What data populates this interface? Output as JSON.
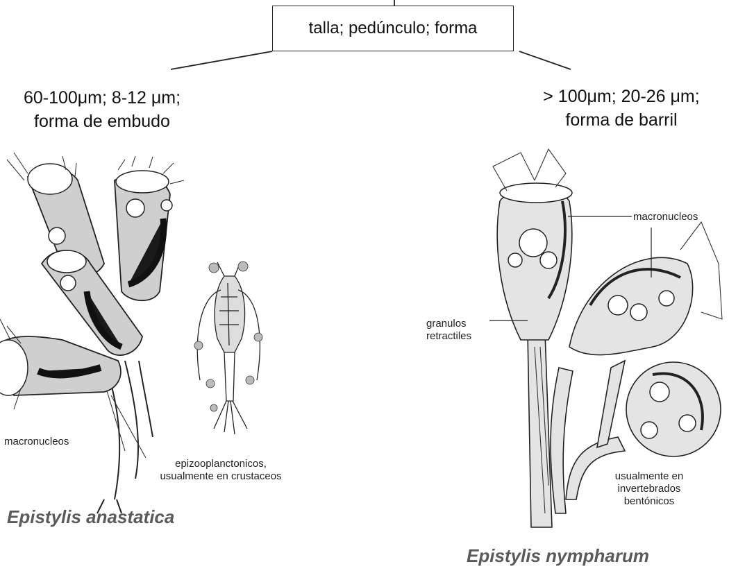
{
  "root_criteria": "talla; pedúnculo; forma",
  "left_branch": {
    "criteria_line1": "60-100μm; 8-12 μm;",
    "criteria_line2": "forma de embudo",
    "label_macronucleos": "macronucleos",
    "label_habitat_line1": "epizooplanctonicos,",
    "label_habitat_line2": "usualmente en crustaceos",
    "species_name": "Epistylis anastatica"
  },
  "right_branch": {
    "criteria_line1": "> 100μm; 20-26 μm;",
    "criteria_line2": "forma de barril",
    "label_macronucleos": "macronucleos",
    "label_granulos_line1": "granulos",
    "label_granulos_line2": "retractiles",
    "label_habitat_line1": "usualmente en",
    "label_habitat_line2": "invertebrados",
    "label_habitat_line3": "bentónicos",
    "species_name": "Epistylis nympharum"
  }
}
